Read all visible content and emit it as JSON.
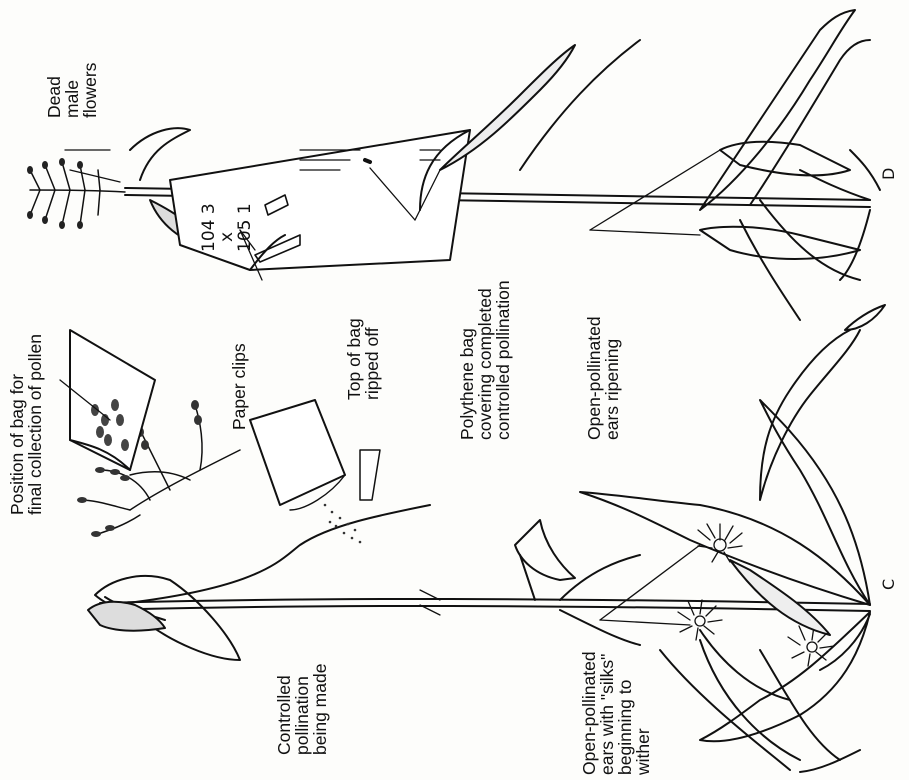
{
  "figure": {
    "labels": {
      "bag_position": [
        "Position of bag for",
        "final collection of pollen"
      ],
      "controlled_pollination": [
        "Controlled",
        "pollination",
        "being made"
      ],
      "open_pollinated_silks": [
        "Open-pollinated",
        "ears with \"silks\"",
        "beginning to",
        "wither"
      ],
      "paper_clips": "Paper clips",
      "top_of_bag": [
        "Top of bag",
        "ripped off"
      ],
      "polythene_bag": [
        "Polythene bag",
        "covering completed",
        "controlled pollination"
      ],
      "open_pollinated_ripening": [
        "Open-pollinated",
        "ears ripening"
      ],
      "dead_male_flowers": [
        "Dead",
        "male",
        "flowers"
      ],
      "plant_c": "C",
      "plant_d": "D"
    },
    "bag_writing": [
      "104 3",
      "x",
      "105 1"
    ]
  }
}
